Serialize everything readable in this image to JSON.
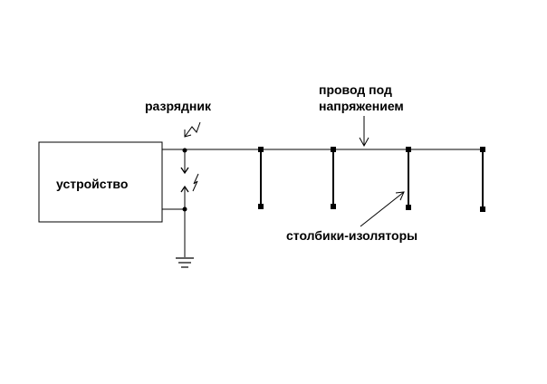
{
  "labels": {
    "device": "устройство",
    "arrester": "разрядник",
    "live_wire_line1": "провод под",
    "live_wire_line2": "напряжением",
    "insulator_posts": "столбики-изоляторы"
  },
  "colors": {
    "line": "#000000",
    "background": "#ffffff"
  },
  "icons": {
    "spark_gap": "lightning-bolt-icon",
    "ground": "ground-symbol-icon"
  }
}
